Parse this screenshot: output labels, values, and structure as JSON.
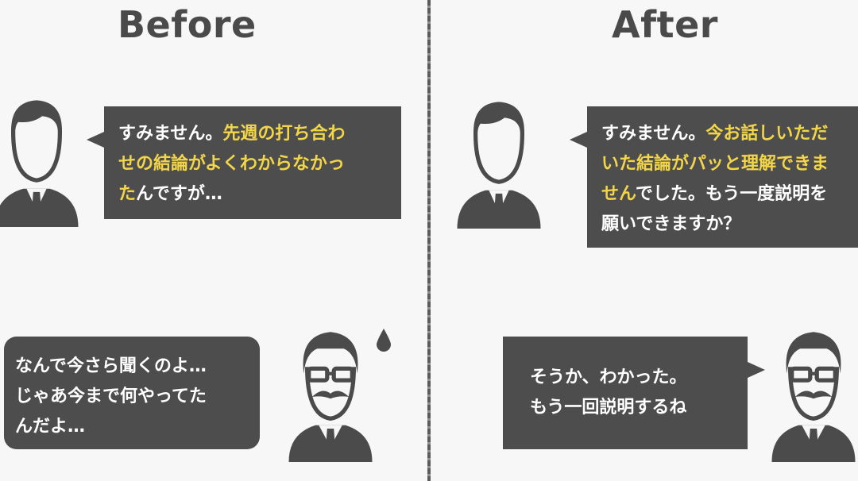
{
  "headings": {
    "before": "Before",
    "after": "After"
  },
  "before": {
    "speaker": {
      "plain": "すみません。",
      "highlight_line1": "先週の打ち合わ",
      "highlight_line2": "せの結論がよくわからなかっ",
      "highlight_line3": "た",
      "tail": "んですが…"
    },
    "reply": {
      "line1": "なんで今さら聞くのよ…",
      "line2": "じゃあ今まで何やってた",
      "line3": "んだよ…"
    }
  },
  "after": {
    "speaker": {
      "plain": "すみません。",
      "highlight_line1": "今お話しいただ",
      "highlight_line2": "いた結論がパッと理解できま",
      "highlight_line3": "せん",
      "tail_line3": "でした。もう一度説明を",
      "line4": "願いできますか？"
    },
    "reply": {
      "line1": "そうか、わかった。",
      "line2": "もう一回説明するね"
    }
  },
  "colors": {
    "background": "#f7f7f7",
    "bubble": "#4d4d4d",
    "highlight": "#f3d54a",
    "figure": "#4b4b4b",
    "heading": "#4a4a4a"
  }
}
